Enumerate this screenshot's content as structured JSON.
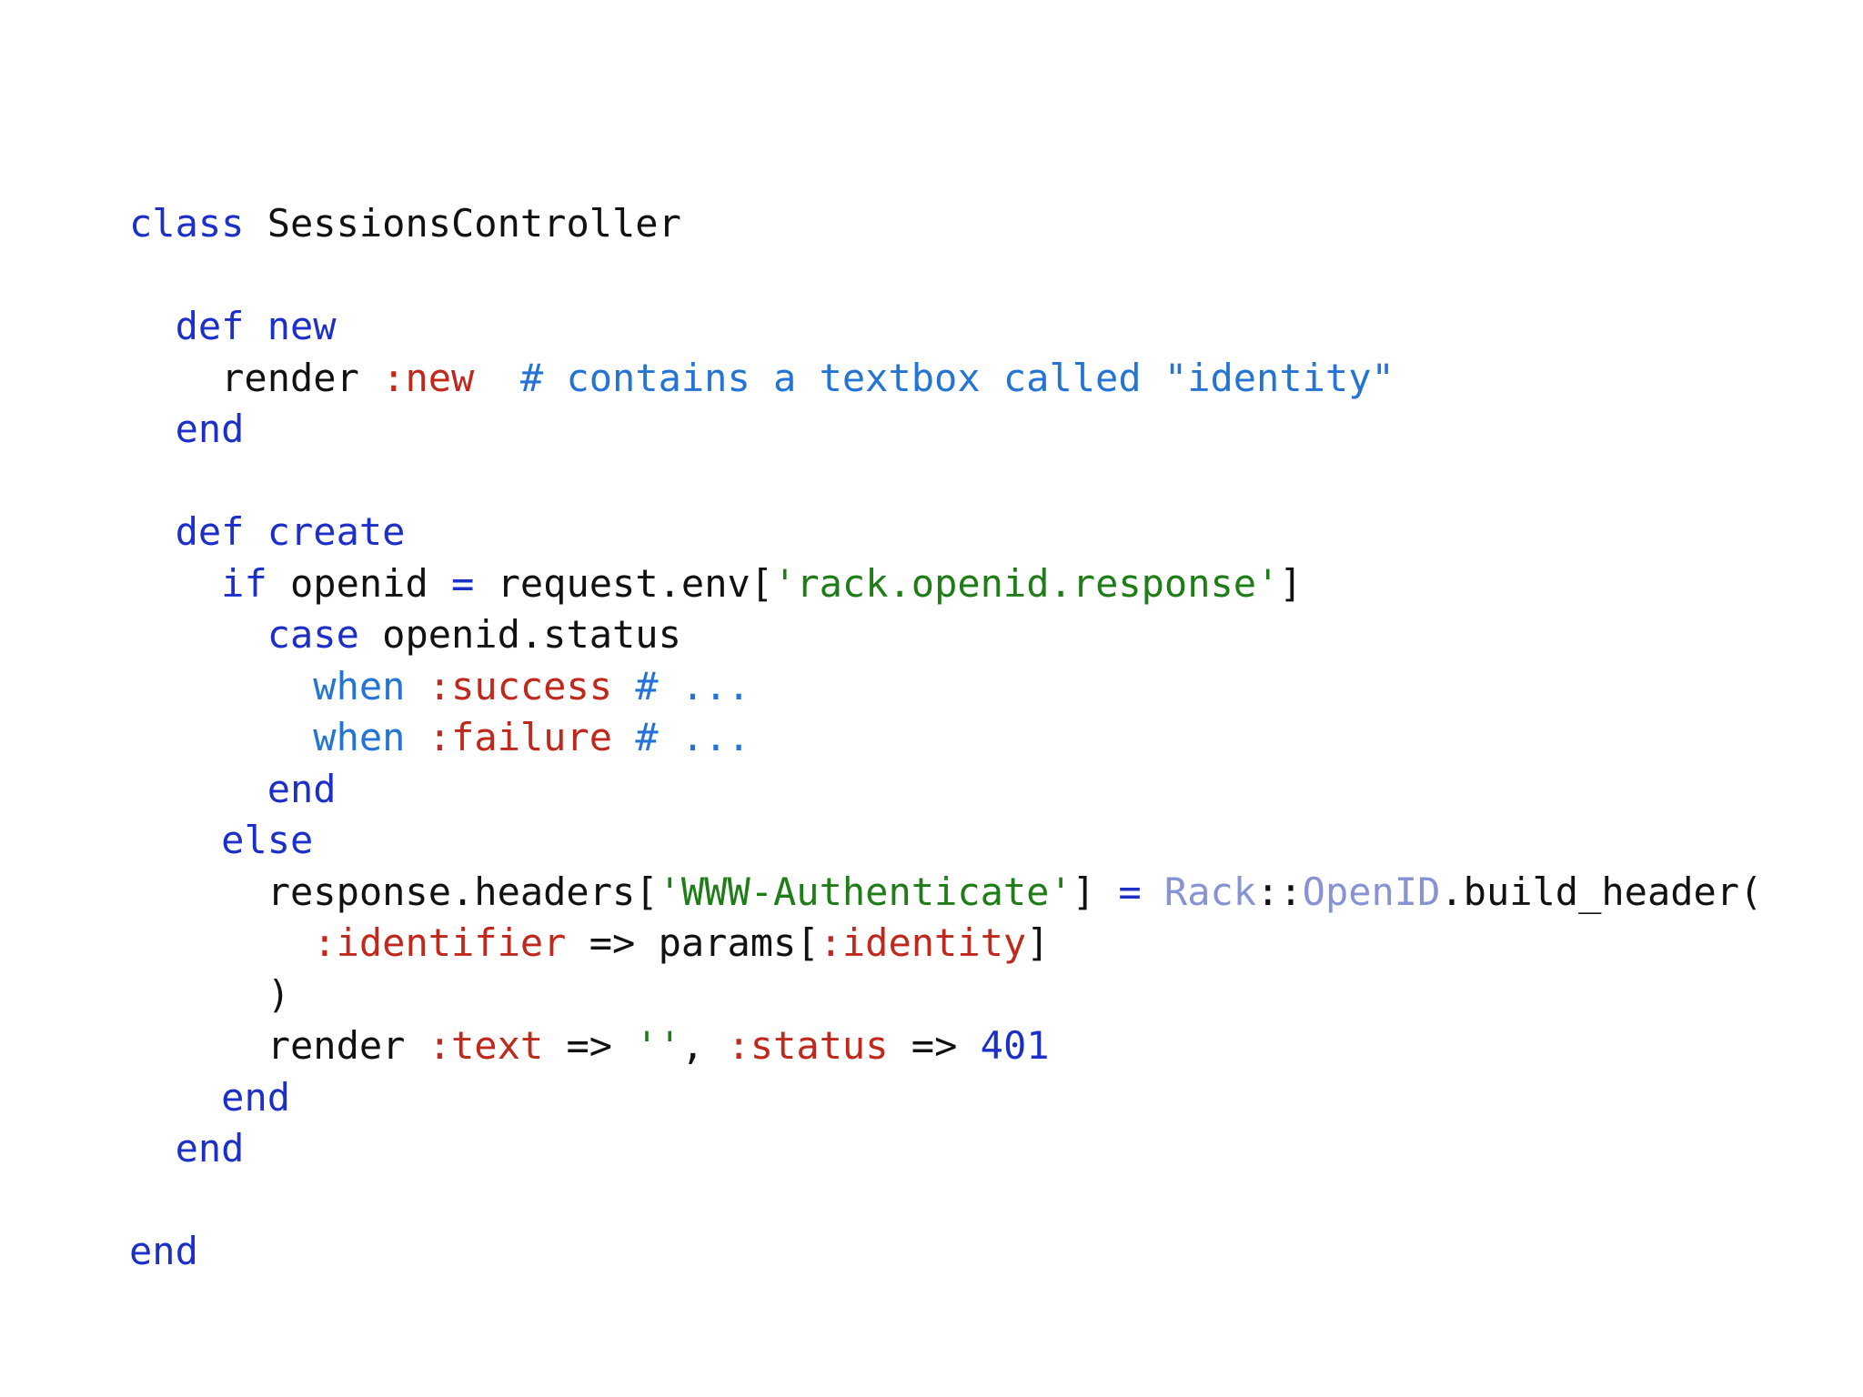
{
  "code": {
    "language": "ruby",
    "colors": {
      "keyword": "#1c2fc9",
      "symbol": "#c0281c",
      "string": "#1e7d16",
      "comment": "#2474d6",
      "number": "#1c2fc9",
      "constant": "#8893d6",
      "text": "#111111"
    },
    "lines": [
      [
        {
          "t": "kw",
          "v": "class"
        },
        {
          "t": "plain",
          "v": " SessionsController"
        }
      ],
      [],
      [
        {
          "t": "plain",
          "v": "  "
        },
        {
          "t": "kw",
          "v": "def new"
        }
      ],
      [
        {
          "t": "plain",
          "v": "    render "
        },
        {
          "t": "sym",
          "v": ":new"
        },
        {
          "t": "plain",
          "v": "  "
        },
        {
          "t": "cmt",
          "v": "# contains a textbox called \"identity\""
        }
      ],
      [
        {
          "t": "plain",
          "v": "  "
        },
        {
          "t": "kw",
          "v": "end"
        }
      ],
      [],
      [
        {
          "t": "plain",
          "v": "  "
        },
        {
          "t": "kw",
          "v": "def create"
        }
      ],
      [
        {
          "t": "plain",
          "v": "    "
        },
        {
          "t": "kw",
          "v": "if"
        },
        {
          "t": "plain",
          "v": " openid "
        },
        {
          "t": "kw",
          "v": "="
        },
        {
          "t": "plain",
          "v": " request.env["
        },
        {
          "t": "str",
          "v": "'rack.openid.response'"
        },
        {
          "t": "plain",
          "v": "]"
        }
      ],
      [
        {
          "t": "plain",
          "v": "      "
        },
        {
          "t": "kw",
          "v": "case"
        },
        {
          "t": "plain",
          "v": " openid.status"
        }
      ],
      [
        {
          "t": "plain",
          "v": "        "
        },
        {
          "t": "cmt",
          "v": "when"
        },
        {
          "t": "plain",
          "v": " "
        },
        {
          "t": "sym",
          "v": ":success"
        },
        {
          "t": "plain",
          "v": " "
        },
        {
          "t": "cmt",
          "v": "# ..."
        }
      ],
      [
        {
          "t": "plain",
          "v": "        "
        },
        {
          "t": "cmt",
          "v": "when"
        },
        {
          "t": "plain",
          "v": " "
        },
        {
          "t": "sym",
          "v": ":failure"
        },
        {
          "t": "plain",
          "v": " "
        },
        {
          "t": "cmt",
          "v": "# ..."
        }
      ],
      [
        {
          "t": "plain",
          "v": "      "
        },
        {
          "t": "kw",
          "v": "end"
        }
      ],
      [
        {
          "t": "plain",
          "v": "    "
        },
        {
          "t": "kw",
          "v": "else"
        }
      ],
      [
        {
          "t": "plain",
          "v": "      response.headers["
        },
        {
          "t": "str",
          "v": "'WWW-Authenticate'"
        },
        {
          "t": "plain",
          "v": "] "
        },
        {
          "t": "kw",
          "v": "="
        },
        {
          "t": "plain",
          "v": " "
        },
        {
          "t": "const",
          "v": "Rack"
        },
        {
          "t": "plain",
          "v": "::"
        },
        {
          "t": "const",
          "v": "OpenID"
        },
        {
          "t": "plain",
          "v": ".build_header("
        }
      ],
      [
        {
          "t": "plain",
          "v": "        "
        },
        {
          "t": "sym",
          "v": ":identifier"
        },
        {
          "t": "plain",
          "v": " => params["
        },
        {
          "t": "sym",
          "v": ":identity"
        },
        {
          "t": "plain",
          "v": "]"
        }
      ],
      [
        {
          "t": "plain",
          "v": "      )"
        }
      ],
      [
        {
          "t": "plain",
          "v": "      render "
        },
        {
          "t": "sym",
          "v": ":text"
        },
        {
          "t": "plain",
          "v": " => "
        },
        {
          "t": "str",
          "v": "''"
        },
        {
          "t": "plain",
          "v": ", "
        },
        {
          "t": "sym",
          "v": ":status"
        },
        {
          "t": "plain",
          "v": " => "
        },
        {
          "t": "num",
          "v": "401"
        }
      ],
      [
        {
          "t": "plain",
          "v": "    "
        },
        {
          "t": "kw",
          "v": "end"
        }
      ],
      [
        {
          "t": "plain",
          "v": "  "
        },
        {
          "t": "kw",
          "v": "end"
        }
      ],
      [],
      [
        {
          "t": "kw",
          "v": "end"
        }
      ]
    ]
  }
}
